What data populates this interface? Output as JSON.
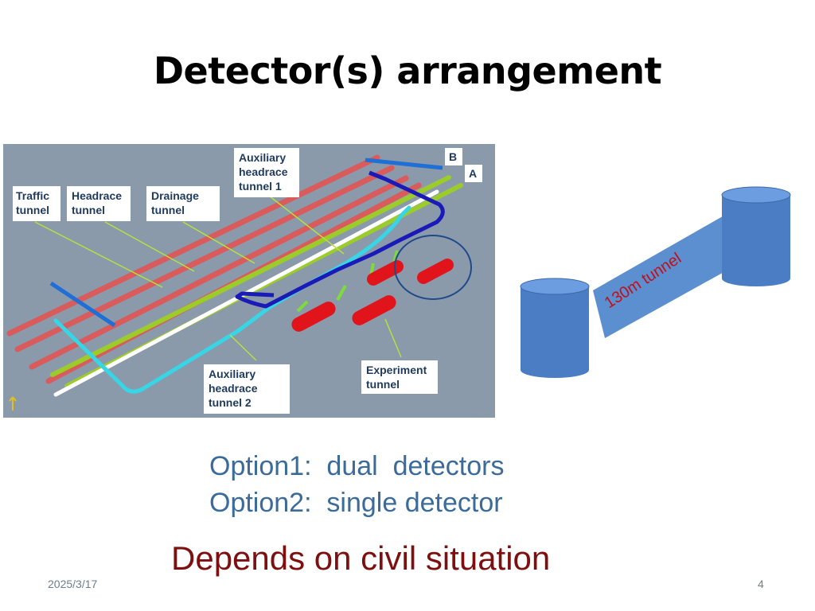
{
  "slide": {
    "title": "Detector(s) arrangement",
    "date": "2025/3/17",
    "page_number": "4"
  },
  "diagram": {
    "labels": {
      "traffic_tunnel_1": "Traffic",
      "traffic_tunnel_2": "tunnel",
      "headrace_tunnel_1": "Headrace",
      "headrace_tunnel_2": "tunnel",
      "drainage_tunnel_1": "Drainage",
      "drainage_tunnel_2": "tunnel",
      "aux1_1": "Auxiliary",
      "aux1_2": "headrace",
      "aux1_3": "tunnel 1",
      "aux2_1": "Auxiliary",
      "aux2_2": "headrace",
      "aux2_3": "tunnel 2",
      "experiment_1": "Experiment",
      "experiment_2": "tunnel",
      "marker_b": "B",
      "marker_a": "A"
    },
    "colors": {
      "background": "#8a9aab",
      "traffic": "#d95b5b",
      "drainage": "#9ccc2a",
      "white_tunnel": "#ffffff",
      "aux1": "#1a1ab8",
      "aux2": "#36d6e6",
      "detector": "#e0141a"
    }
  },
  "tunnel_figure": {
    "label": "130m tunnel",
    "cylinder_color": "#4a7dc4",
    "tunnel_color": "#5b8fd0"
  },
  "options": {
    "option1": "Option1:  dual  detectors",
    "option2": "Option2:  single detector"
  },
  "note": "Depends on civil situation"
}
